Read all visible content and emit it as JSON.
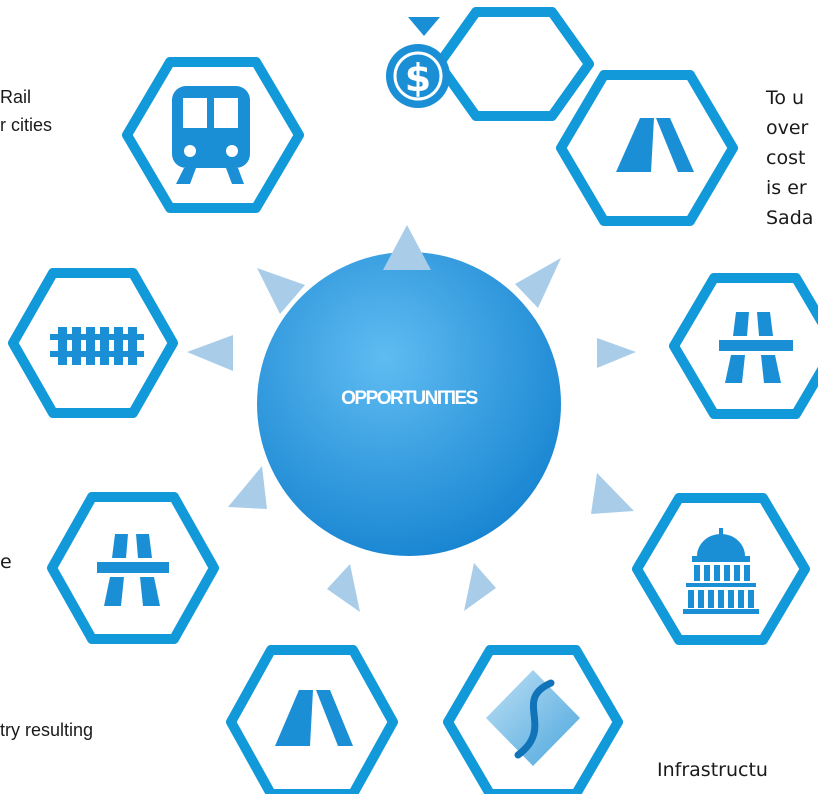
{
  "center": {
    "label": "OPPORTUNITIES"
  },
  "colors": {
    "hex_stroke": "#1199d9",
    "icon": "#1b8fd6",
    "circle_light": "#5fbcf1",
    "circle_dark": "#117fce",
    "arrow": "#a9cde9"
  },
  "icons": [
    "train-icon",
    "road-icon",
    "highway-icon",
    "government-building-icon",
    "river-icon",
    "road-icon",
    "highway-icon",
    "railway-track-icon",
    "dollar-icon"
  ],
  "text_fragments": {
    "top_left_1": "Rail",
    "top_left_2": "r cities",
    "top_right_1": "To u",
    "top_right_2": "over",
    "top_right_3": "cost",
    "top_right_4": "is er",
    "top_right_5": "Sada",
    "left_mid": "e",
    "bottom_left": "try resulting",
    "bottom_right": "Infrastructu"
  }
}
